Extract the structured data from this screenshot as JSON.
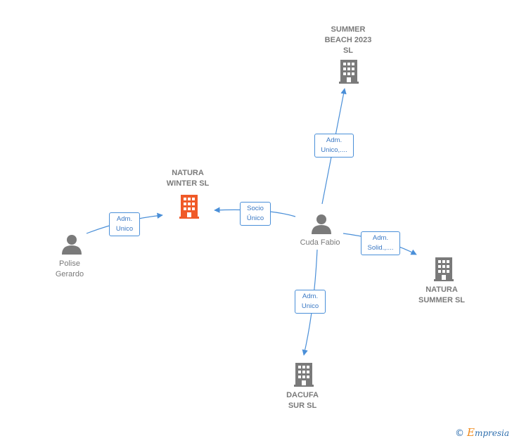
{
  "nodes": {
    "summer_beach": {
      "label": "SUMMER\nBEACH 2023\nSL",
      "type": "company",
      "color": "#7a7a7a"
    },
    "natura_winter": {
      "label": "NATURA\nWINTER  SL",
      "type": "company",
      "color": "#f05a28"
    },
    "natura_summer": {
      "label": "NATURA\nSUMMER  SL",
      "type": "company",
      "color": "#7a7a7a"
    },
    "dacufa": {
      "label": "DACUFA\nSUR  SL",
      "type": "company",
      "color": "#7a7a7a"
    },
    "cuda_fabio": {
      "label": "Cuda Fabio",
      "type": "person",
      "color": "#7a7a7a"
    },
    "polise_gerardo": {
      "label": "Polise\nGerardo",
      "type": "person",
      "color": "#7a7a7a"
    }
  },
  "edges": {
    "to_summer_beach": {
      "label": "Adm.\nUnico,...."
    },
    "to_natura_winter": {
      "label": "Socio\nÚnico"
    },
    "polise_to_natura_winter": {
      "label": "Adm.\nUnico"
    },
    "to_natura_summer": {
      "label": "Adm.\nSolid.,...."
    },
    "to_dacufa": {
      "label": "Adm.\nUnico"
    }
  },
  "footer": {
    "copyright_symbol": "©",
    "brand_first": "E",
    "brand_rest": "mpresia"
  },
  "colors": {
    "edge": "#4a8fd8",
    "building_gray": "#7a7a7a",
    "building_highlight": "#f05a28",
    "person": "#7a7a7a"
  }
}
